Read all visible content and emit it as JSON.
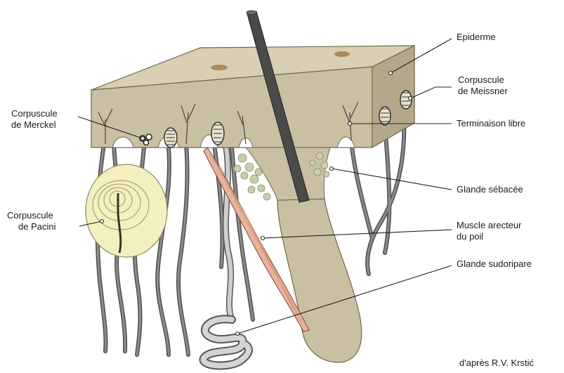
{
  "labels": {
    "epiderme": "Epiderme",
    "meissner_1": "Corpuscule",
    "meissner_2": "de Meissner",
    "merckel_1": "Corpuscule",
    "merckel_2": "de Merckel",
    "terminaison": "Terminaison libre",
    "sebacee": "Glande sébacée",
    "pacini_1": "Corpuscule",
    "pacini_2": "de Pacini",
    "muscle_1": "Muscle arecteur",
    "muscle_2": "du poil",
    "sudoripare": "Glande sudoripare"
  },
  "credit": "d'après R.V. Krstić",
  "colors": {
    "skin": "#c9bfa2",
    "skin_side": "#b3a98a",
    "nerve": "#6f6f6f",
    "pacini": "#f4efbf",
    "muscle": "#e9b39b",
    "gland": "#c8ceab",
    "hair": "#4a4a4a"
  }
}
